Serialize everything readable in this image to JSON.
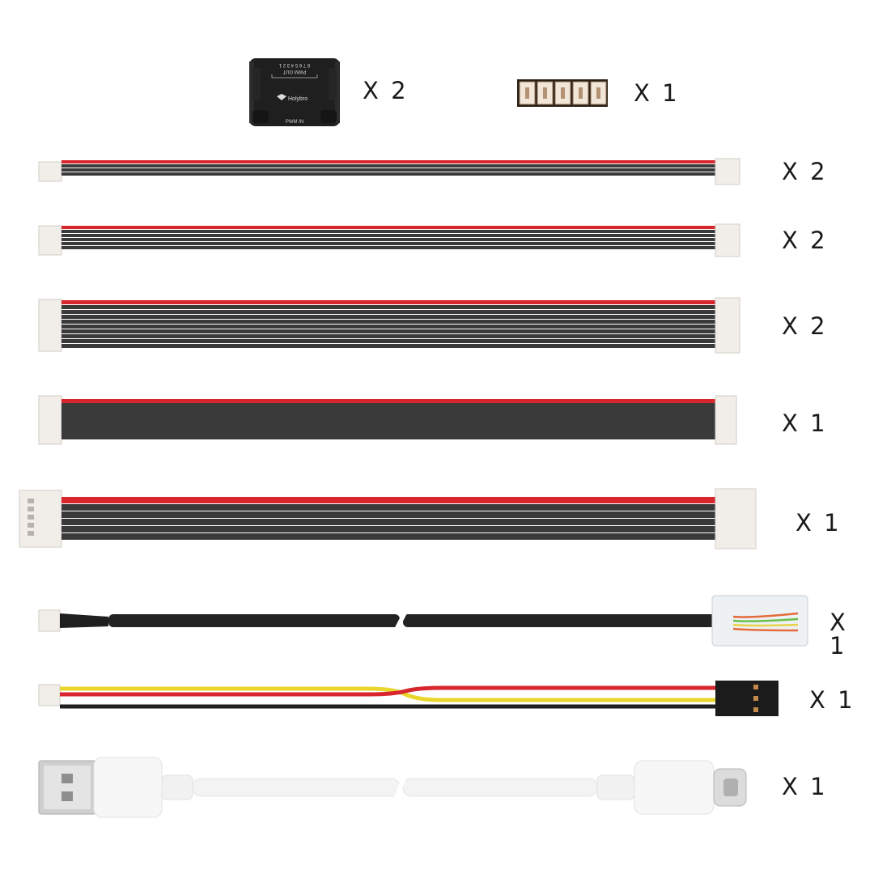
{
  "items": [
    {
      "id": "pwm-board",
      "quantity": "X 2"
    },
    {
      "id": "jst-header",
      "quantity": "X 1"
    },
    {
      "id": "cable-4pin",
      "quantity": "X 2"
    },
    {
      "id": "cable-6pin",
      "quantity": "X 2"
    },
    {
      "id": "cable-10pin",
      "quantity": "X 2"
    },
    {
      "id": "cable-10pin-fine",
      "quantity": "X 1"
    },
    {
      "id": "cable-6pin-power",
      "quantity": "X 1"
    },
    {
      "id": "cable-rj45",
      "quantity": "X 1"
    },
    {
      "id": "cable-dupont",
      "quantity": "X 1"
    },
    {
      "id": "cable-usb-c",
      "quantity": "X 1"
    }
  ],
  "board": {
    "brand": "Holybro",
    "pin_numbers": "8 7 6 5 4 3 2 1",
    "out_label": "PWM OUT",
    "in_label": "PWM IN"
  },
  "colors": {
    "wire_red": "#d7262e",
    "wire_dark": "#3a3a3a",
    "wire_yellow": "#e9d62c",
    "connector": "#f1eeea"
  }
}
